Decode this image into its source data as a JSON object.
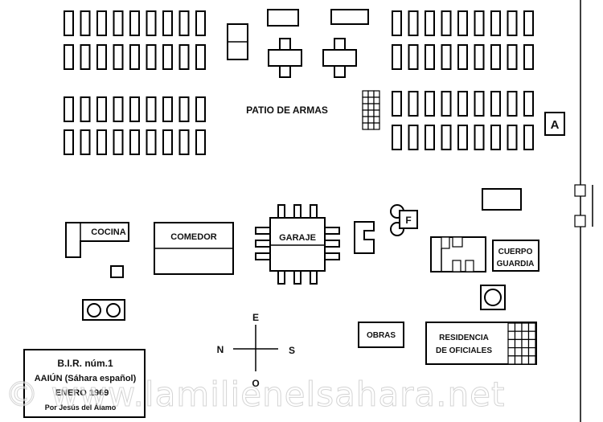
{
  "labels": {
    "patio": "PATIO DE ARMAS",
    "cocina": "COCINA",
    "comedor": "COMEDOR",
    "garaje": "GARAJE",
    "f": "F",
    "a": "A",
    "cuerpo_guardia_1": "CUERPO",
    "cuerpo_guardia_2": "GUARDIA",
    "obras": "OBRAS",
    "residencia_1": "RESIDENCIA",
    "residencia_2": "DE OFICIALES"
  },
  "compass": {
    "north": "N",
    "south": "S",
    "east": "E",
    "west": "O"
  },
  "legend": {
    "line1": "B.I.R. núm.1",
    "line2": "AAIÚN (Sáhara español)",
    "line3": "ENERO 1969",
    "line4": "Por Jesús del Álamo"
  },
  "watermark": "© www.lamilienelsahara.net"
}
